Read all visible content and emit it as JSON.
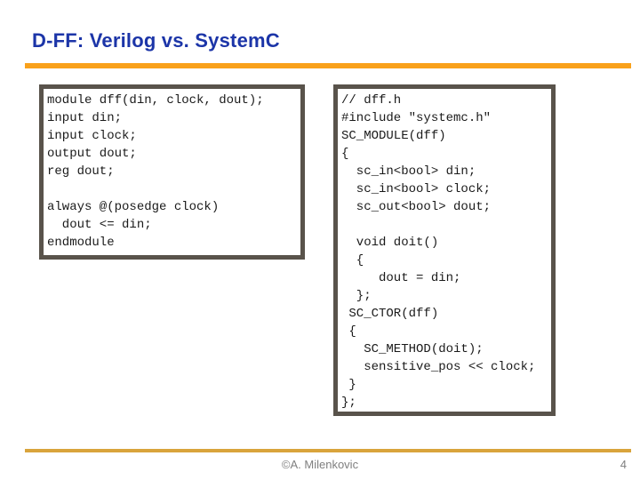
{
  "title": "D-FF: Verilog vs. SystemC",
  "footer": {
    "copyright": "©A. Milenkovic",
    "page_number": "4"
  },
  "verilog_code": {
    "lines": [
      "module dff(din, clock, dout);",
      "input din;",
      "input clock;",
      "output dout;",
      "reg dout;",
      "",
      "always @(posedge clock)",
      "  dout <= din;",
      "endmodule"
    ]
  },
  "systemc_code": {
    "lines": [
      "// dff.h",
      "#include \"systemc.h\"",
      "SC_MODULE(dff)",
      "{",
      "  sc_in<bool> din;",
      "  sc_in<bool> clock;",
      "  sc_out<bool> dout;",
      "",
      "  void doit()",
      "  {",
      "     dout = din;",
      "  };",
      " SC_CTOR(dff)",
      " {",
      "   SC_METHOD(doit);",
      "   sensitive_pos << clock;",
      " }",
      "};"
    ]
  },
  "colors": {
    "title_blue": "#1C35A8",
    "top_rule_orange": "#F9A11B",
    "bottom_rule_gold": "#D9A43C",
    "box_border": "#59534B",
    "code_text": "#1A1A1A",
    "footer_gray": "#7F7F7F"
  }
}
